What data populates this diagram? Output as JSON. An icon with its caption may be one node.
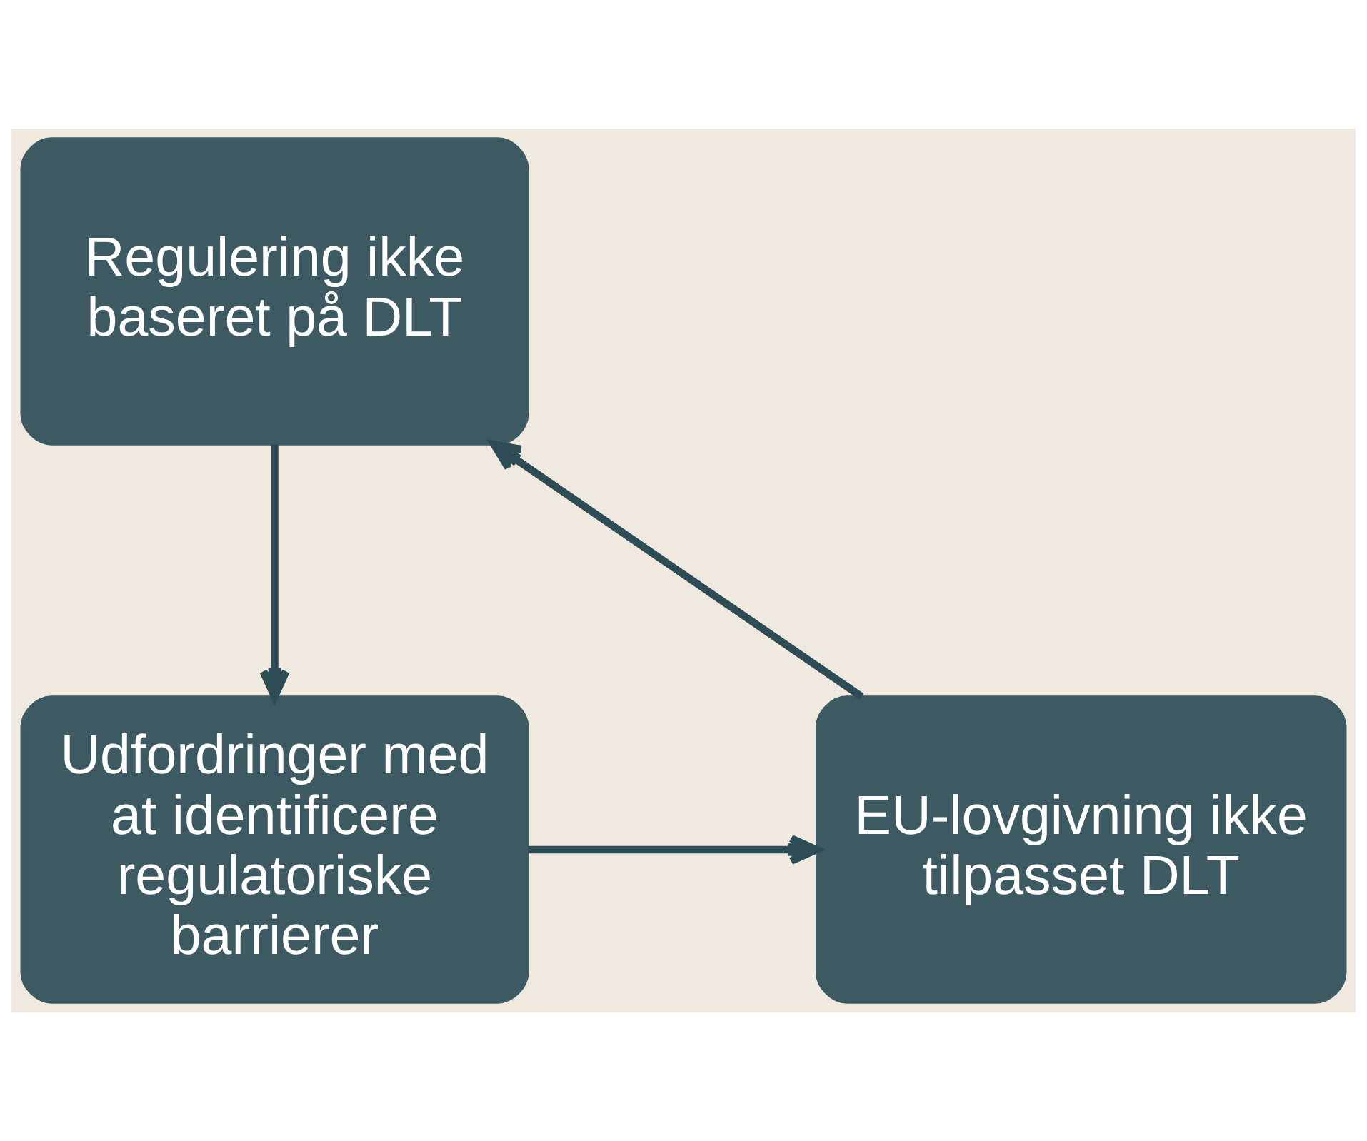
{
  "diagram": {
    "nodes": [
      {
        "text": [
          "Regulering ikke baseret på DLT"
        ]
      },
      {
        "text": [
          "Udfordringer med at identificere regulatoriske barrierer"
        ]
      },
      {
        "text": [
          "EU-lovgivning ikke tilpasset DLT"
        ]
      }
    ],
    "edges": [
      {
        "from": 0,
        "to": 1,
        "arrow": "to"
      },
      {
        "from": 1,
        "to": 2,
        "arrow": "to"
      },
      {
        "from": 2,
        "to": 0,
        "arrow": "to"
      }
    ]
  }
}
